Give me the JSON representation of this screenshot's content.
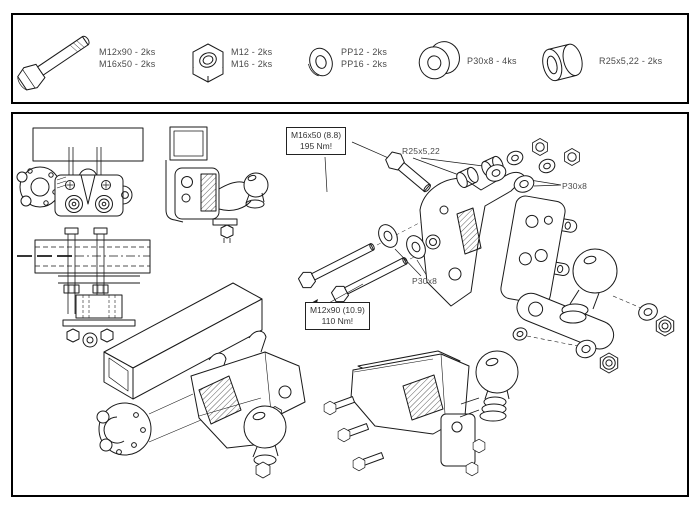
{
  "page": {
    "background": "#ffffff",
    "line_color": "#1a1a1a"
  },
  "parts_list": {
    "items": [
      {
        "part": "hex-bolt",
        "labels": [
          "M12x90 - 2ks",
          "M16x50 - 2ks"
        ]
      },
      {
        "part": "hex-nut",
        "labels": [
          "M12 - 2ks",
          "M16 - 2ks"
        ]
      },
      {
        "part": "flat-washer",
        "labels": [
          "PP12 - 2ks",
          "PP16 - 2ks"
        ]
      },
      {
        "part": "spacer",
        "labels": [
          "P30x8 - 4ks"
        ]
      },
      {
        "part": "bushing",
        "labels": [
          "R25x5,22 - 2ks"
        ]
      }
    ]
  },
  "assembly": {
    "torque_notes": [
      {
        "line1": "M16x50 (8.8)",
        "line2": "195 Nm!"
      },
      {
        "line1": "M12x90 (10.9)",
        "line2": "110 Nm!"
      }
    ],
    "part_labels": {
      "bushing": "R25x5,22",
      "spacer_right": "P30x8",
      "spacer_left": "P30x8"
    }
  }
}
